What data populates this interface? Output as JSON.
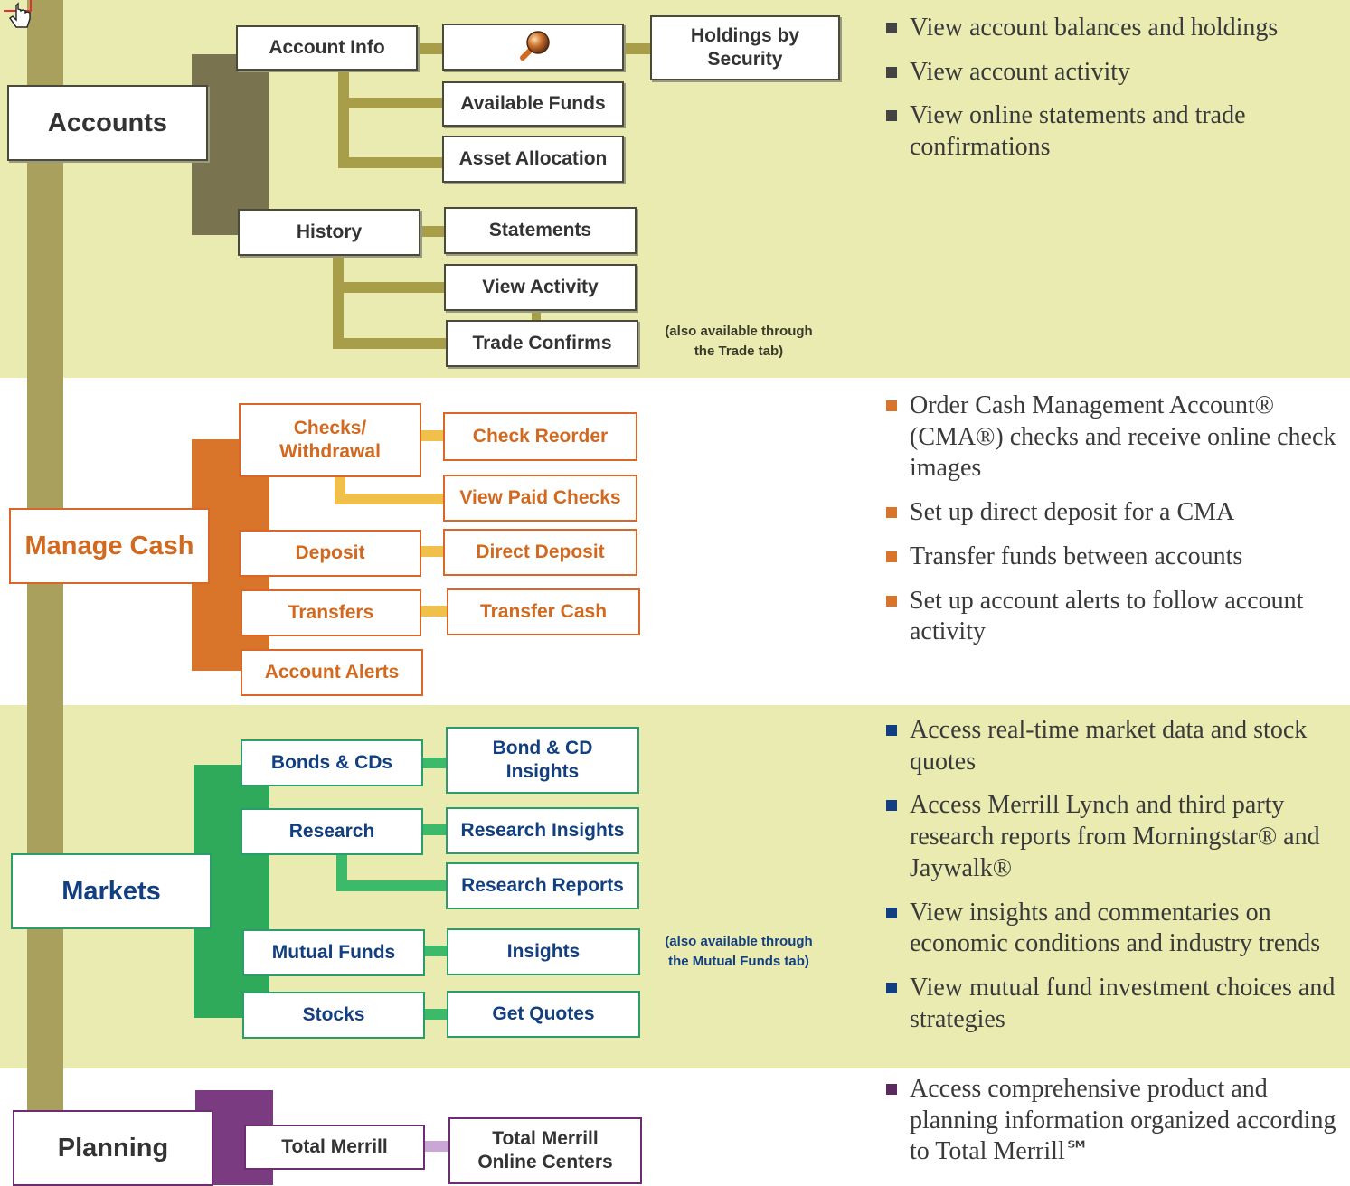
{
  "colors": {
    "accounts_bg": "#e9ebb1",
    "markets_bg": "#e9ebb1",
    "spine": "#a8a05c",
    "accounts_dark": "#7a7350",
    "accounts_line": "#a89e4a",
    "cash_accent": "#d9752a",
    "cash_line": "#f0c04a",
    "markets_accent": "#2fa95a",
    "markets_line": "#3cba6a",
    "planning_accent": "#7a3b80",
    "planning_line": "#c9a6d6"
  },
  "accounts": {
    "label": "Accounts",
    "account_info": "Account Info",
    "search_icon": "magnifier",
    "holdings": "Holdings by\nSecurity",
    "available_funds": "Available Funds",
    "asset_allocation": "Asset Allocation",
    "history": "History",
    "statements": "Statements",
    "view_activity": "View Activity",
    "trade_confirms": "Trade Confirms",
    "note": "(also available through\nthe Trade tab)",
    "bullets": [
      "View account balances and holdings",
      "View account activity",
      "View online statements and trade confirmations"
    ]
  },
  "cash": {
    "label": "Manage Cash",
    "checks": "Checks/\nWithdrawal",
    "check_reorder": "Check Reorder",
    "view_paid_checks": "View Paid Checks",
    "deposit": "Deposit",
    "direct_deposit": "Direct Deposit",
    "transfers": "Transfers",
    "transfer_cash": "Transfer Cash",
    "account_alerts": "Account Alerts",
    "bullets": [
      "Order Cash Management Account® (CMA®) checks and receive online check images",
      "Set up direct deposit for a CMA",
      "Transfer funds between accounts",
      "Set up account alerts to follow account activity"
    ]
  },
  "markets": {
    "label": "Markets",
    "bonds": "Bonds & CDs",
    "bond_insights": "Bond & CD\nInsights",
    "research": "Research",
    "research_insights": "Research Insights",
    "research_reports": "Research Reports",
    "mutual_funds": "Mutual Funds",
    "insights": "Insights",
    "stocks": "Stocks",
    "get_quotes": "Get Quotes",
    "note": "(also available through\nthe Mutual Funds tab)",
    "bullets": [
      "Access real-time market data and stock quotes",
      "Access Merrill Lynch and third party research reports from Morningstar® and Jaywalk®",
      "View insights and commentaries on economic conditions and industry trends",
      "View mutual fund investment choices and strategies"
    ]
  },
  "planning": {
    "label": "Planning",
    "total_merrill": "Total Merrill",
    "online_centers": "Total Merrill\nOnline Centers",
    "bullets": [
      "Access comprehensive product and planning information organized according to Total Merrill℠"
    ]
  }
}
